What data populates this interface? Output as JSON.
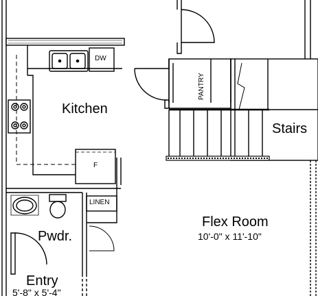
{
  "rooms": {
    "kitchen": "Kitchen",
    "stairs": "Stairs",
    "flex": {
      "name": "Flex Room",
      "dims": "10'-0\" x 11'-10\""
    },
    "powder": "Pwdr.",
    "entry": {
      "name": "Entry",
      "dims": "5'-8\" x 5'-4\""
    }
  },
  "fixtures": {
    "dishwasher": "DW",
    "pantry": "PANTRY",
    "linen": "LINEN",
    "fridge": "F"
  }
}
